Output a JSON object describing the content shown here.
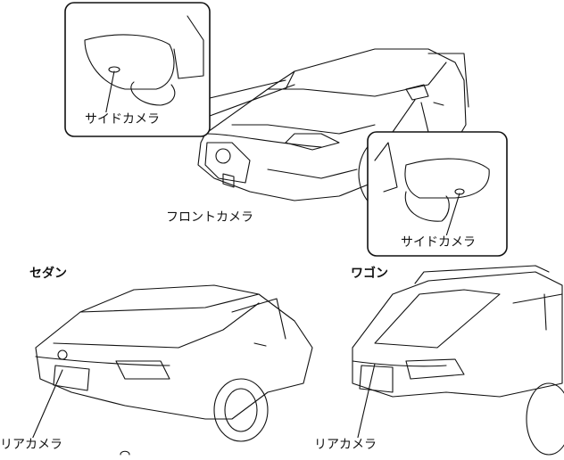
{
  "labels": {
    "side_camera_left": "サイドカメラ",
    "front_camera": "フロントカメラ",
    "side_camera_right": "サイドカメラ",
    "sedan_rear_camera": "リアカメラ",
    "wagon_rear_camera": "リアカメラ"
  },
  "titles": {
    "sedan": "セダン",
    "wagon": "ワゴン"
  }
}
